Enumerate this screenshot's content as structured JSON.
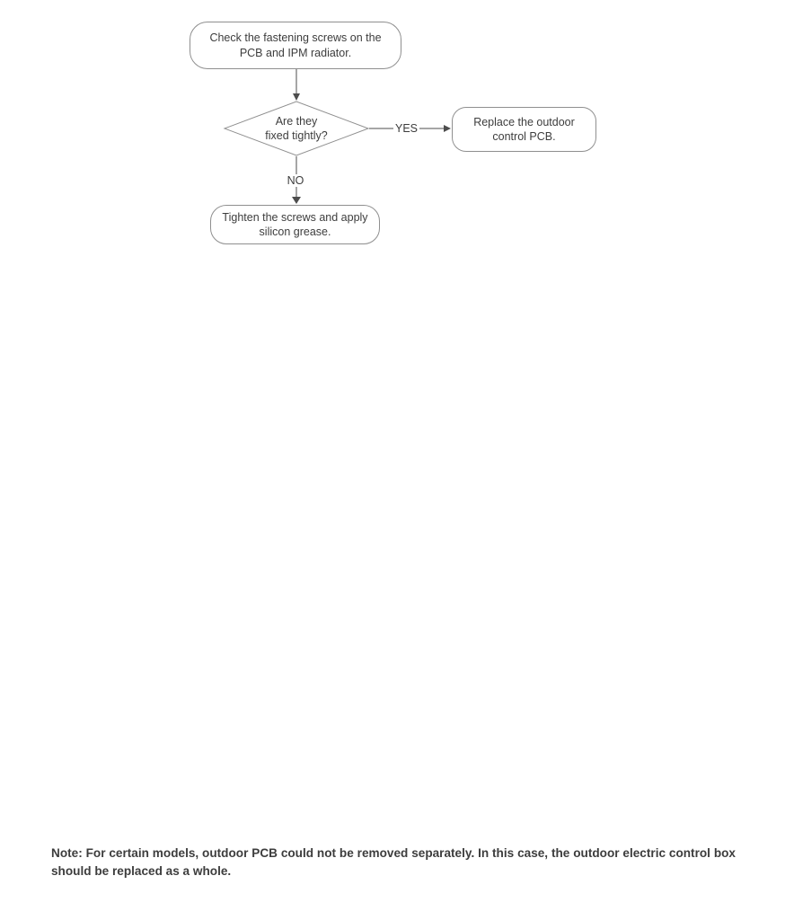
{
  "flowchart": {
    "nodes": {
      "start": {
        "label": "Check the fastening screws on the PCB and IPM radiator."
      },
      "decision": {
        "line1": "Are they",
        "line2": "fixed tightly?"
      },
      "replace": {
        "label": "Replace the outdoor control PCB."
      },
      "tighten": {
        "label": "Tighten the screws and apply silicon grease."
      }
    },
    "edges": {
      "yes_label": "YES",
      "no_label": "NO"
    },
    "colors": {
      "node_border": "#8f8f8f",
      "text": "#3d3d3d",
      "connector": "#4d4d4d",
      "background": "#ffffff"
    }
  },
  "note": {
    "text": "Note: For certain models, outdoor PCB could not be removed separately. In this case, the outdoor electric control box should be replaced as a whole."
  }
}
